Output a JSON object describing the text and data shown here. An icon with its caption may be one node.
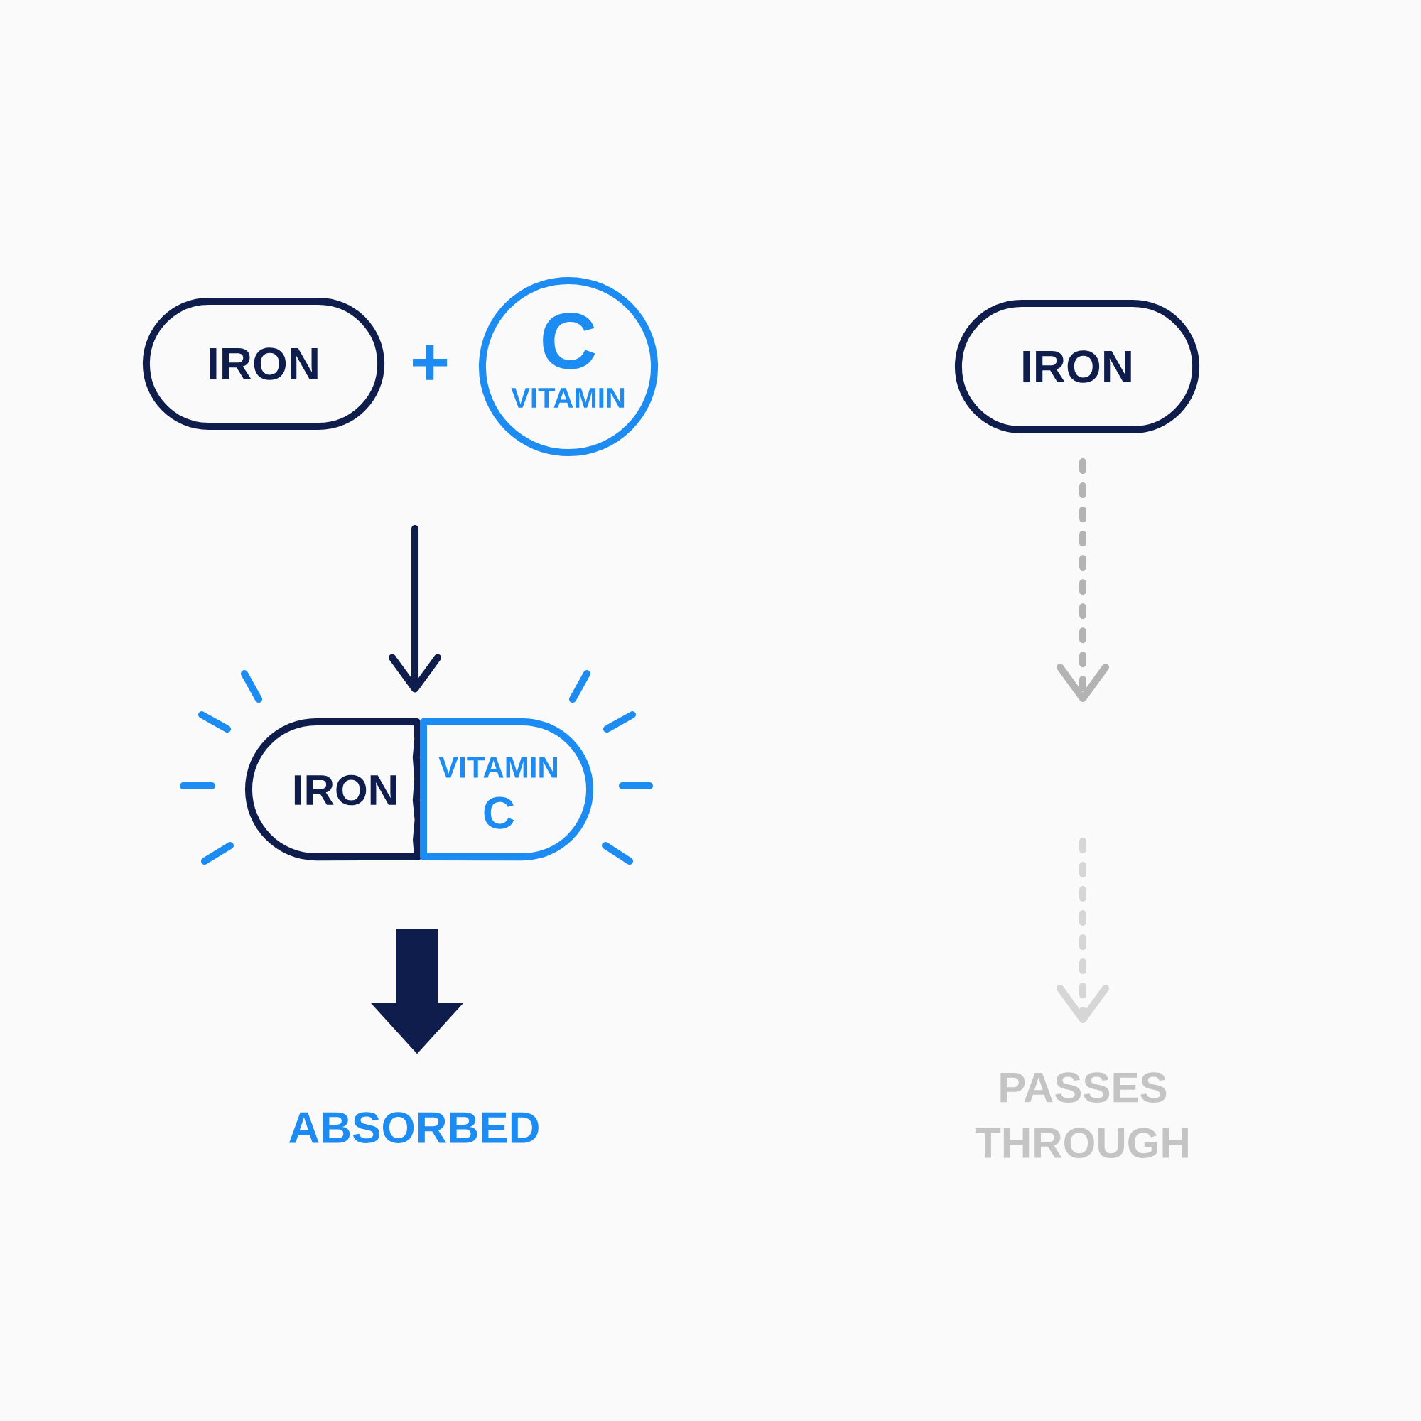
{
  "diagram": {
    "nodes": [
      {
        "text": [
          "IRON"
        ]
      },
      {
        "text": [
          "C",
          "VITAMIN"
        ]
      },
      {
        "text": [
          "IRON",
          "VITAMIN",
          "C"
        ]
      },
      {
        "text": [
          "ABSORBED"
        ]
      },
      {
        "text": [
          "IRON"
        ]
      },
      {
        "text": [
          "PASSES THROUGH"
        ]
      }
    ],
    "edges": [
      {
        "from": null,
        "to": 2,
        "arrow": "to"
      },
      {
        "from": 2,
        "to": 3,
        "arrow": "to",
        "style": "thick"
      },
      {
        "from": 4,
        "to": null,
        "arrow": "to",
        "style": "dashed",
        "color": "#b3b3b3"
      },
      {
        "from": null,
        "to": 5,
        "arrow": "to",
        "style": "dashed",
        "color": "#d6d6d6"
      }
    ],
    "labels": [
      "+"
    ]
  }
}
